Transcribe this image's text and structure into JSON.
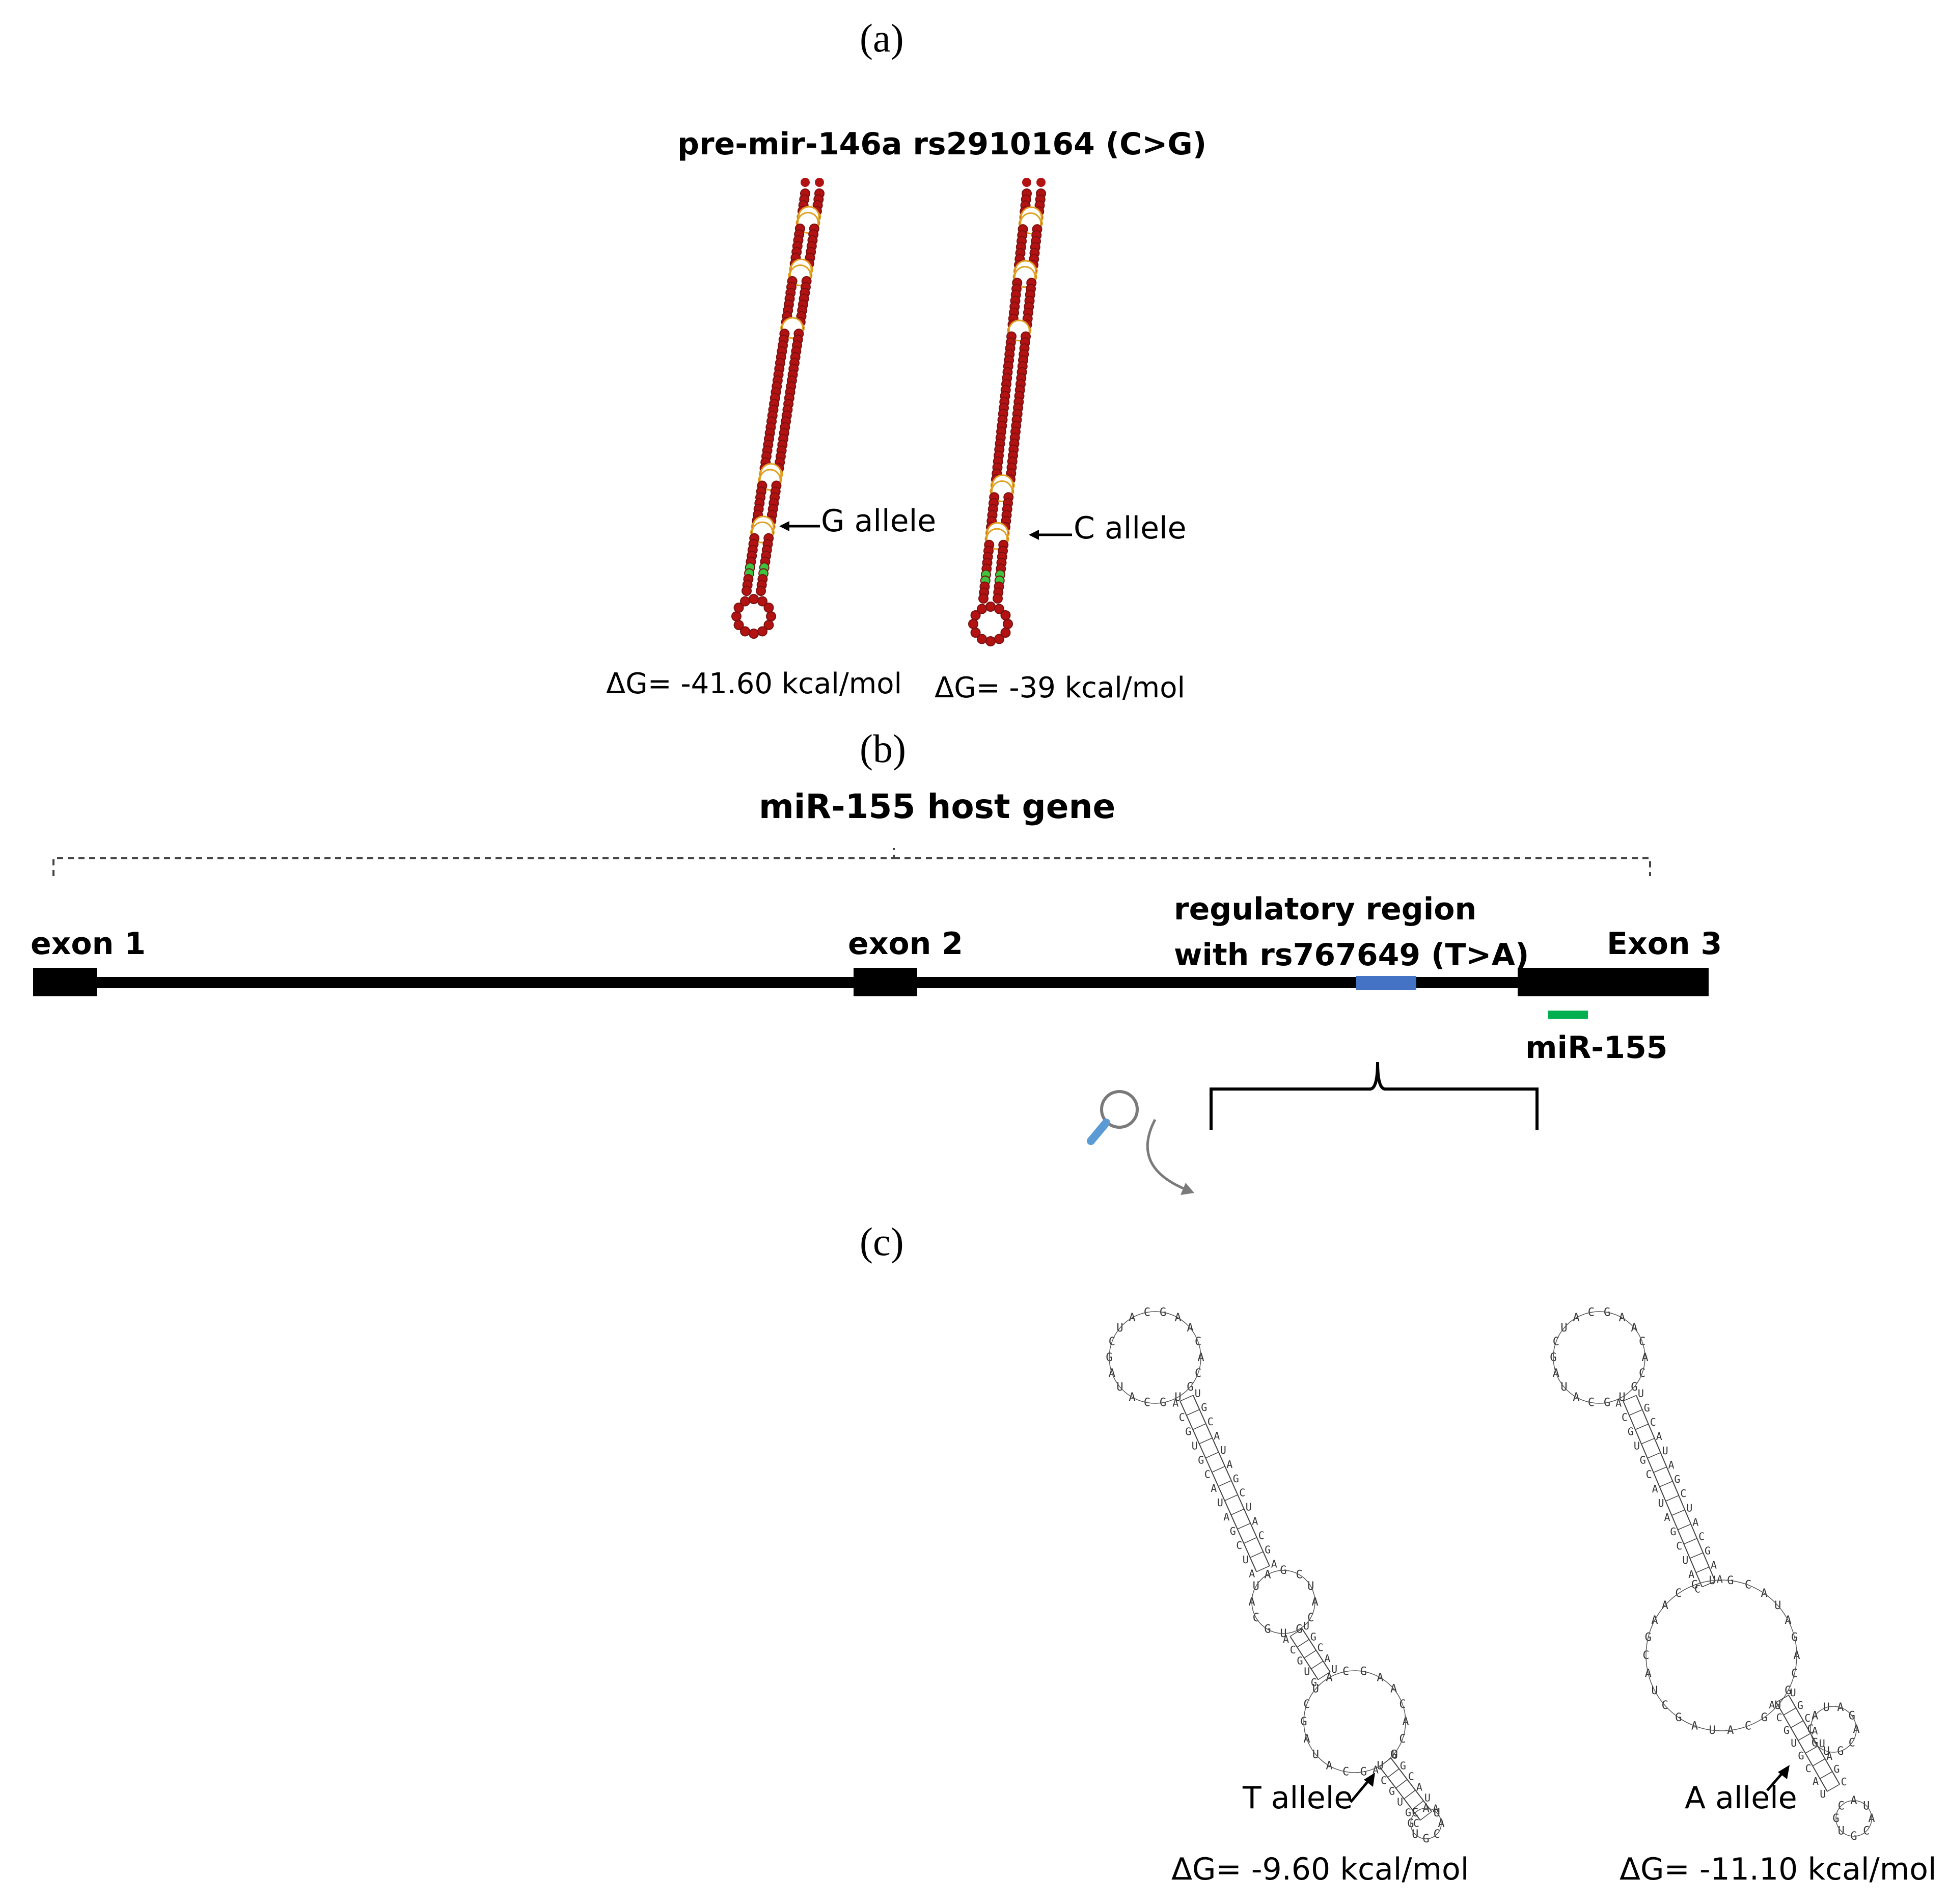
{
  "panel_a": {
    "label": "(a)",
    "title": "pre-mir-146a rs2910164 (C>G)",
    "left_structure": {
      "allele_label": "G allele",
      "delta_g": "ΔG= -41.60 kcal/mol"
    },
    "right_structure": {
      "allele_label": "C allele",
      "delta_g": "ΔG= -39 kcal/mol"
    },
    "colors": {
      "base_fill": "#b31212",
      "pair_outline": "#e0a020",
      "highlight": "#3fc43f"
    }
  },
  "panel_b": {
    "label": "(b)",
    "title": "miR-155 host gene",
    "exon1": "exon 1",
    "exon2": "exon 2",
    "exon3": "Exon 3",
    "regulatory_line1": "regulatory region",
    "regulatory_line2": "with rs767649 (T>A)",
    "mirna_label": "miR-155",
    "colors": {
      "gene": "#000000",
      "regulatory": "#4472c4",
      "mirna": "#00b050"
    },
    "icons": [
      "magnifier-icon",
      "curved-arrow-icon"
    ]
  },
  "panel_c": {
    "label": "(c)",
    "left_structure": {
      "allele_label": "T allele",
      "delta_g": "ΔG= -9.60 kcal/mol"
    },
    "right_structure": {
      "allele_label": "A allele",
      "delta_g": "ΔG= -11.10 kcal/mol"
    }
  }
}
